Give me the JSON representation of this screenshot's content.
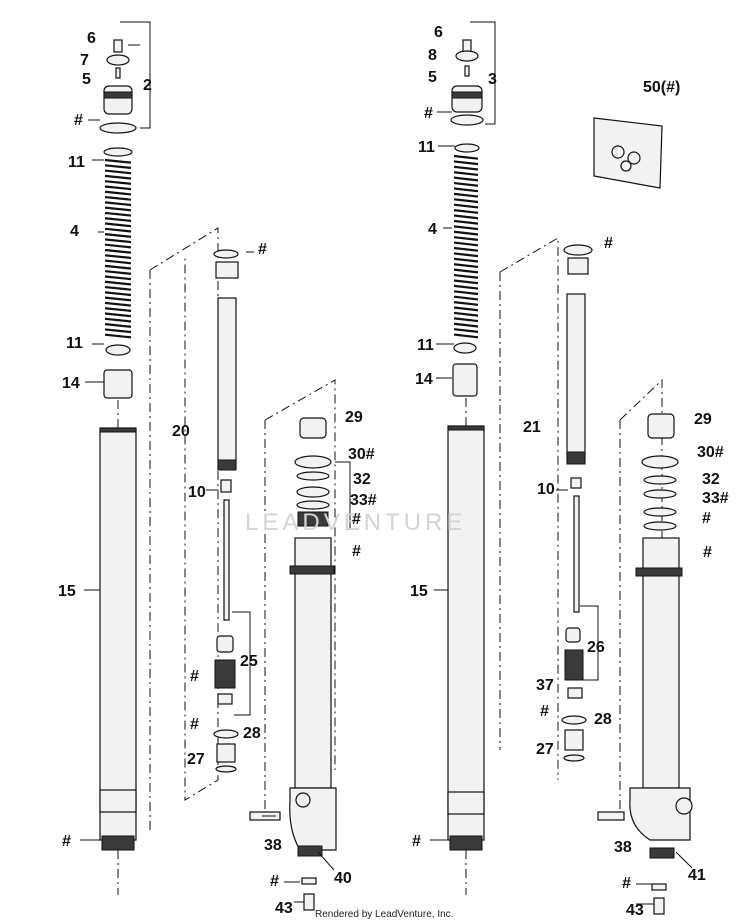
{
  "watermark": "LEADVENTURE",
  "credit": "Rendered by LeadVenture, Inc.",
  "left_assembly": {
    "callouts": [
      "6",
      "7",
      "5",
      "2",
      "#",
      "11",
      "4",
      "11",
      "14",
      "15",
      "#",
      "20",
      "#",
      "10",
      "25",
      "#",
      "#",
      "28",
      "27",
      "29",
      "30#",
      "32",
      "33#",
      "#",
      "#",
      "38",
      "40",
      "#",
      "43"
    ]
  },
  "right_assembly": {
    "callouts": [
      "6",
      "8",
      "5",
      "3",
      "#",
      "50(#)",
      "11",
      "4",
      "#",
      "11",
      "14",
      "15",
      "#",
      "21",
      "29",
      "30#",
      "32",
      "33#",
      "#",
      "#",
      "10",
      "26",
      "37",
      "#",
      "28",
      "27",
      "38",
      "41",
      "#",
      "43"
    ]
  }
}
